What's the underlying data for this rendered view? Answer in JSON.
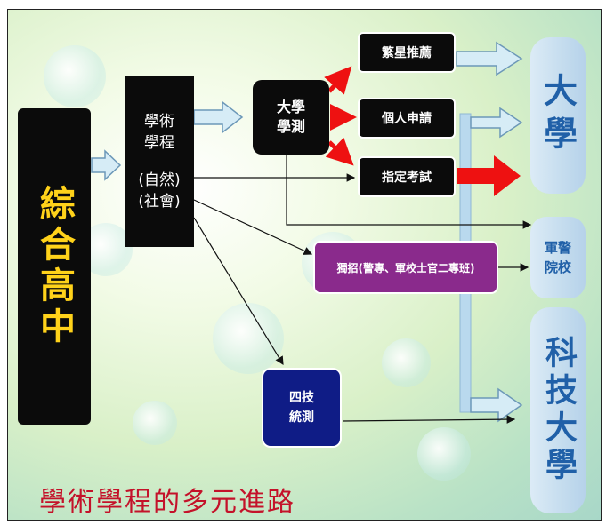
{
  "diagram": {
    "source": "綜合高中",
    "program": {
      "line1": "學術",
      "line2": "學程",
      "line3": "(自然)",
      "line4": "(社會)"
    },
    "exam": {
      "line1": "大學",
      "line2": "學測"
    },
    "routes": {
      "star": "繁星推薦",
      "personal": "個人申請",
      "designated": "指定考試"
    },
    "special": "獨招(警專、軍校士官二專班)",
    "tech_exam": {
      "line1": "四技",
      "line2": "統測"
    },
    "dest_university": "大學",
    "dest_military": {
      "line1": "軍警",
      "line2": "院校"
    },
    "dest_tech": "科技大學",
    "caption": "學術學程的多元進路"
  },
  "colors": {
    "black_box": "#0b0b0b",
    "yellow_text": "#ffd21a",
    "purple_box": "#8a2a8c",
    "navy_box": "#0f1c86",
    "red_arrow": "#ee1111",
    "dest_blue": "#2060a8",
    "caption_red": "#c4122a"
  }
}
